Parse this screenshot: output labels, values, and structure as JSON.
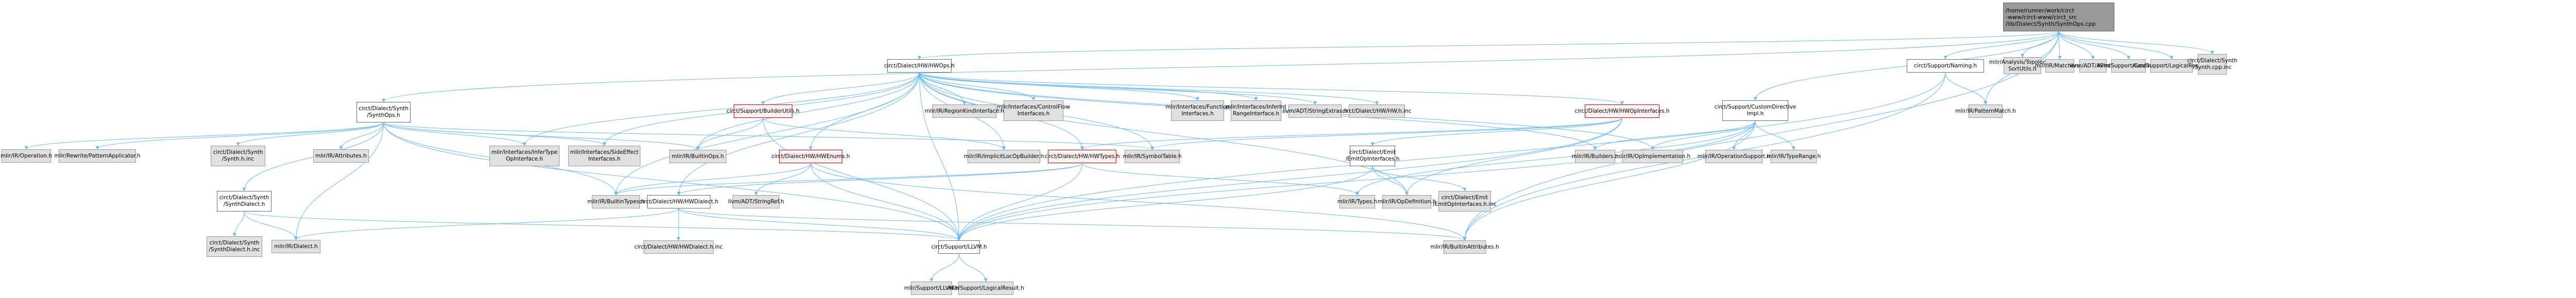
{
  "graph": {
    "type": "include-dependency-graph",
    "edge_color": "#63b8ff",
    "nodes": [
      {
        "id": "root",
        "label": "/home/runner/work/circt\n-www/circt-www/circt_src\n/lib/Dialect/Synth/SynthOps.cpp",
        "kind": "root"
      },
      {
        "id": "synthops_h",
        "label": "circt/Dialect/Synth\n/SynthOps.h",
        "kind": "doc"
      },
      {
        "id": "hwops_h",
        "label": "circt/Dialect/HW/HWOps.h",
        "kind": "doc"
      },
      {
        "id": "naming_h",
        "label": "circt/Support/Naming.h",
        "kind": "doc"
      },
      {
        "id": "customdir_h",
        "label": "circt/Support/CustomDirective\nImpl.h",
        "kind": "doc"
      },
      {
        "id": "topo_h",
        "label": "mlir/Analysis/Topological\nSortUtils.h",
        "kind": "ext"
      },
      {
        "id": "matchers_h",
        "label": "mlir/IR/Matchers.h",
        "kind": "ext"
      },
      {
        "id": "apint_h",
        "label": "llvm/ADT/APInt.h",
        "kind": "ext"
      },
      {
        "id": "casting_h",
        "label": "llvm/Support/Casting.h",
        "kind": "ext"
      },
      {
        "id": "llvmlogical_h",
        "label": "llvm/Support/LogicalResult.h",
        "kind": "ext"
      },
      {
        "id": "synthcppinc",
        "label": "circt/Dialect/Synth\n/Synth.cpp.inc",
        "kind": "ext"
      },
      {
        "id": "patternmatch_h",
        "label": "mlir/IR/PatternMatch.h",
        "kind": "ext"
      },
      {
        "id": "operation_h",
        "label": "mlir/IR/Operation.h",
        "kind": "ext"
      },
      {
        "id": "patternapp_h",
        "label": "mlir/Rewrite/PatternApplicator.h",
        "kind": "ext"
      },
      {
        "id": "synthhinc",
        "label": "circt/Dialect/Synth\n/Synth.h.inc",
        "kind": "ext"
      },
      {
        "id": "attributes_h",
        "label": "mlir/IR/Attributes.h",
        "kind": "ext"
      },
      {
        "id": "infertype_h",
        "label": "mlir/Interfaces/InferType\nOpInterface.h",
        "kind": "ext"
      },
      {
        "id": "sideeffect_h",
        "label": "mlir/Interfaces/SideEffect\nInterfaces.h",
        "kind": "ext"
      },
      {
        "id": "builtinops_h",
        "label": "mlir/IR/BuiltinOps.h",
        "kind": "ext"
      },
      {
        "id": "builderutils_h",
        "label": "circt/Support/BuilderUtils.h",
        "kind": "red"
      },
      {
        "id": "regionkind_h",
        "label": "mlir/IR/RegionKindInterface.h",
        "kind": "ext"
      },
      {
        "id": "controlflow_h",
        "label": "mlir/Interfaces/ControlFlow\nInterfaces.h",
        "kind": "ext"
      },
      {
        "id": "function_h",
        "label": "mlir/Interfaces/Function\nInterfaces.h",
        "kind": "ext"
      },
      {
        "id": "inferint_h",
        "label": "mlir/Interfaces/InferInt\nRangeInterface.h",
        "kind": "ext"
      },
      {
        "id": "stringextras_h",
        "label": "llvm/ADT/StringExtras.h",
        "kind": "ext"
      },
      {
        "id": "hwhinc",
        "label": "circt/Dialect/HW/HW.h.inc",
        "kind": "ext"
      },
      {
        "id": "hwopinterfaces_h",
        "label": "circt/Dialect/HW/HWOpInterfaces.h",
        "kind": "red"
      },
      {
        "id": "hwenums_h",
        "label": "circt/Dialect/HW/HWEnums.h",
        "kind": "red"
      },
      {
        "id": "implicitloc_h",
        "label": "mlir/IR/ImplicitLocOpBuilder.h",
        "kind": "ext"
      },
      {
        "id": "hwtypes_h",
        "label": "circt/Dialect/HW/HWTypes.h",
        "kind": "red"
      },
      {
        "id": "symboltable_h",
        "label": "mlir/IR/SymbolTable.h",
        "kind": "ext"
      },
      {
        "id": "emitopinterfaces_h",
        "label": "circt/Dialect/Emit\n/EmitOpInterfaces.h",
        "kind": "doc"
      },
      {
        "id": "builders_h",
        "label": "mlir/IR/Builders.h",
        "kind": "ext"
      },
      {
        "id": "opimpl_h",
        "label": "mlir/IR/OpImplementation.h",
        "kind": "ext"
      },
      {
        "id": "opsupport_h",
        "label": "mlir/IR/OperationSupport.h",
        "kind": "ext"
      },
      {
        "id": "typerange_h",
        "label": "mlir/IR/TypeRange.h",
        "kind": "ext"
      },
      {
        "id": "synthdialect_h",
        "label": "circt/Dialect/Synth\n/SynthDialect.h",
        "kind": "doc"
      },
      {
        "id": "builtintypes_h",
        "label": "mlir/IR/BuiltinTypes.h",
        "kind": "ext"
      },
      {
        "id": "hwdialect_h",
        "label": "circt/Dialect/HW/HWDialect.h",
        "kind": "doc"
      },
      {
        "id": "stringref_h",
        "label": "llvm/ADT/StringRef.h",
        "kind": "ext"
      },
      {
        "id": "types_h",
        "label": "mlir/IR/Types.h",
        "kind": "ext"
      },
      {
        "id": "opdef_h",
        "label": "mlir/IR/OpDefinition.h",
        "kind": "ext"
      },
      {
        "id": "emitopinc",
        "label": "circt/Dialect/Emit\n/EmitOpInterfaces.h.inc",
        "kind": "ext"
      },
      {
        "id": "synthdialectinc",
        "label": "circt/Dialect/Synth\n/SynthDialect.h.inc",
        "kind": "ext"
      },
      {
        "id": "dialect_h",
        "label": "mlir/IR/Dialect.h",
        "kind": "ext"
      },
      {
        "id": "hwdialectinc",
        "label": "circt/Dialect/HW/HWDialect.h.inc",
        "kind": "ext"
      },
      {
        "id": "circtllvm_h",
        "label": "circt/Support/LLVM.h",
        "kind": "doc"
      },
      {
        "id": "builtinattrs_h",
        "label": "mlir/IR/BuiltinAttributes.h",
        "kind": "ext"
      },
      {
        "id": "mlirllvm_h",
        "label": "mlir/Support/LLVM.h",
        "kind": "ext"
      },
      {
        "id": "mlirlogical_h",
        "label": "mlir/Support/LogicalResult.h",
        "kind": "ext"
      }
    ],
    "edges": [
      [
        "root",
        "synthops_h"
      ],
      [
        "root",
        "hwops_h"
      ],
      [
        "root",
        "naming_h"
      ],
      [
        "root",
        "customdir_h"
      ],
      [
        "root",
        "topo_h"
      ],
      [
        "root",
        "matchers_h"
      ],
      [
        "root",
        "apint_h"
      ],
      [
        "root",
        "casting_h"
      ],
      [
        "root",
        "llvmlogical_h"
      ],
      [
        "root",
        "synthcppinc"
      ],
      [
        "root",
        "patternmatch_h"
      ],
      [
        "root",
        "builtinattrs_h"
      ],
      [
        "synthops_h",
        "operation_h"
      ],
      [
        "synthops_h",
        "patternapp_h"
      ],
      [
        "synthops_h",
        "synthhinc"
      ],
      [
        "synthops_h",
        "attributes_h"
      ],
      [
        "synthops_h",
        "infertype_h"
      ],
      [
        "synthops_h",
        "sideeffect_h"
      ],
      [
        "synthops_h",
        "builtinops_h"
      ],
      [
        "synthops_h",
        "synthdialect_h"
      ],
      [
        "synthops_h",
        "dialect_h"
      ],
      [
        "synthops_h",
        "builtintypes_h"
      ],
      [
        "synthops_h",
        "circtllvm_h"
      ],
      [
        "synthops_h",
        "symboltable_h"
      ],
      [
        "hwops_h",
        "builderutils_h"
      ],
      [
        "hwops_h",
        "builtinops_h"
      ],
      [
        "hwops_h",
        "hwenums_h"
      ],
      [
        "hwops_h",
        "regionkind_h"
      ],
      [
        "hwops_h",
        "controlflow_h"
      ],
      [
        "hwops_h",
        "function_h"
      ],
      [
        "hwops_h",
        "inferint_h"
      ],
      [
        "hwops_h",
        "stringextras_h"
      ],
      [
        "hwops_h",
        "hwhinc"
      ],
      [
        "hwops_h",
        "hwopinterfaces_h"
      ],
      [
        "hwops_h",
        "implicitloc_h"
      ],
      [
        "hwops_h",
        "hwtypes_h"
      ],
      [
        "hwops_h",
        "symboltable_h"
      ],
      [
        "hwops_h",
        "opimpl_h"
      ],
      [
        "hwops_h",
        "builders_h"
      ],
      [
        "hwops_h",
        "infertype_h"
      ],
      [
        "hwops_h",
        "sideeffect_h"
      ],
      [
        "hwops_h",
        "hwdialect_h"
      ],
      [
        "hwops_h",
        "circtllvm_h"
      ],
      [
        "hwops_h",
        "builtintypes_h"
      ],
      [
        "hwops_h",
        "opdef_h"
      ],
      [
        "builderutils_h",
        "builtinops_h"
      ],
      [
        "builderutils_h",
        "implicitloc_h"
      ],
      [
        "builderutils_h",
        "circtllvm_h"
      ],
      [
        "hwenums_h",
        "builtintypes_h"
      ],
      [
        "hwenums_h",
        "stringref_h"
      ],
      [
        "hwenums_h",
        "circtllvm_h"
      ],
      [
        "hwenums_h",
        "builtinattrs_h"
      ],
      [
        "hwtypes_h",
        "builtintypes_h"
      ],
      [
        "hwtypes_h",
        "hwdialect_h"
      ],
      [
        "hwtypes_h",
        "circtllvm_h"
      ],
      [
        "hwtypes_h",
        "types_h"
      ],
      [
        "hwopinterfaces_h",
        "hwtypes_h"
      ],
      [
        "hwopinterfaces_h",
        "symboltable_h"
      ],
      [
        "hwopinterfaces_h",
        "opdef_h"
      ],
      [
        "hwopinterfaces_h",
        "emitopinterfaces_h"
      ],
      [
        "hwopinterfaces_h",
        "circtllvm_h"
      ],
      [
        "emitopinterfaces_h",
        "opdef_h"
      ],
      [
        "emitopinterfaces_h",
        "emitopinc"
      ],
      [
        "emitopinterfaces_h",
        "circtllvm_h"
      ],
      [
        "customdir_h",
        "builders_h"
      ],
      [
        "customdir_h",
        "opimpl_h"
      ],
      [
        "customdir_h",
        "opsupport_h"
      ],
      [
        "customdir_h",
        "typerange_h"
      ],
      [
        "customdir_h",
        "types_h"
      ],
      [
        "customdir_h",
        "circtllvm_h"
      ],
      [
        "customdir_h",
        "builtinattrs_h"
      ],
      [
        "naming_h",
        "patternmatch_h"
      ],
      [
        "naming_h",
        "circtllvm_h"
      ],
      [
        "naming_h",
        "builtinattrs_h"
      ],
      [
        "synthdialect_h",
        "synthdialectinc"
      ],
      [
        "synthdialect_h",
        "dialect_h"
      ],
      [
        "synthdialect_h",
        "circtllvm_h"
      ],
      [
        "hwdialect_h",
        "hwdialectinc"
      ],
      [
        "hwdialect_h",
        "dialect_h"
      ],
      [
        "hwdialect_h",
        "circtllvm_h"
      ],
      [
        "hwdialect_h",
        "builtinattrs_h"
      ],
      [
        "circtllvm_h",
        "mlirllvm_h"
      ],
      [
        "circtllvm_h",
        "mlirlogical_h"
      ]
    ]
  }
}
